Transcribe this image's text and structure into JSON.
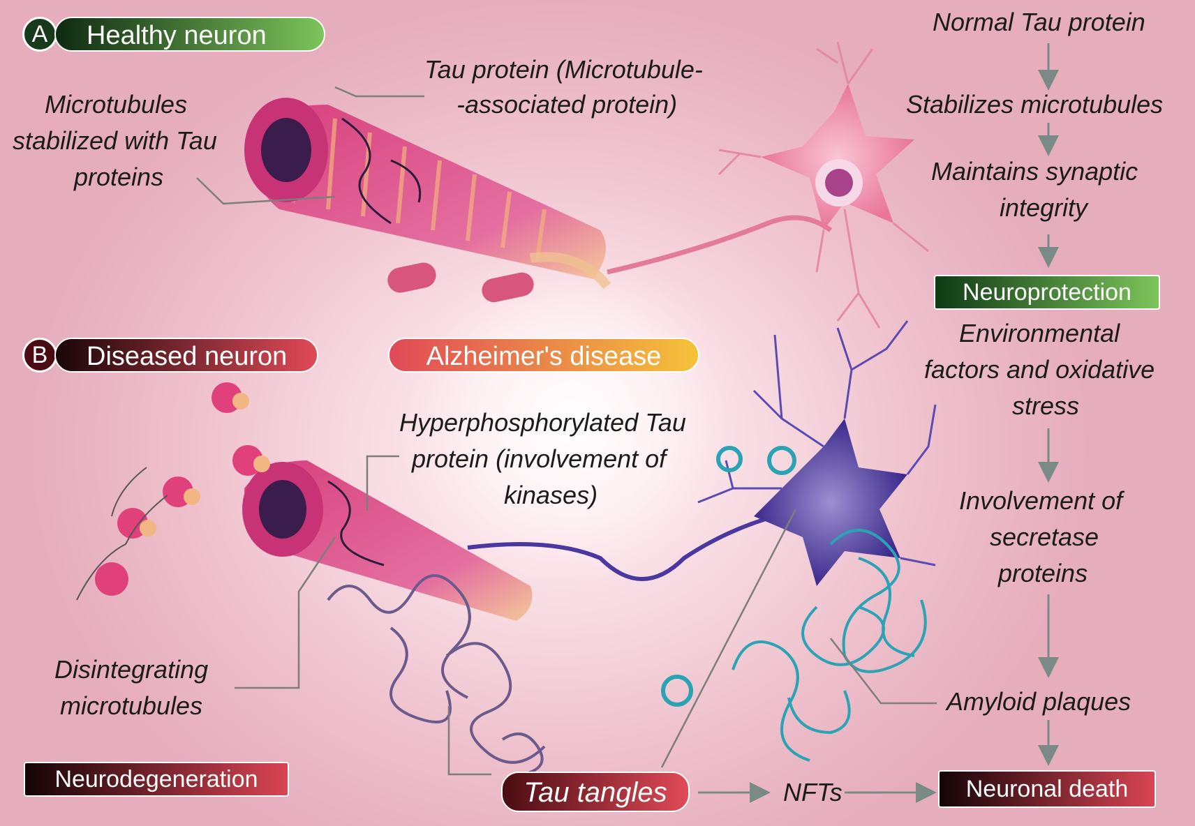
{
  "panel_a": {
    "letter": "A",
    "title": "Healthy neuron"
  },
  "panel_b": {
    "letter": "B",
    "title": "Diseased neuron"
  },
  "center_title": "Alzheimer's disease",
  "labels": {
    "tau_protein_line1": "Tau protein (Microtubule-",
    "tau_protein_line2": "-associated protein)",
    "microtubules_line1": "Microtubules",
    "microtubules_line2": "stabilized with Tau",
    "microtubules_line3": "proteins",
    "hyper_line1": "Hyperphosphorylated Tau",
    "hyper_line2": "protein (involvement of",
    "hyper_line3": "kinases)",
    "disintegrating_line1": "Disintegrating",
    "disintegrating_line2": "microtubules",
    "neurodegeneration": "Neurodegeneration",
    "tau_tangles": "Tau tangles",
    "nfts": "NFTs",
    "neuronal_death": "Neuronal death"
  },
  "right_flow": {
    "normal_tau": "Normal Tau protein",
    "stabilizes": "Stabilizes microtubules",
    "maintains_line1": "Maintains synaptic",
    "maintains_line2": "integrity",
    "neuroprotection": "Neuroprotection",
    "env_line1": "Environmental",
    "env_line2": "factors and oxidative",
    "env_line3": "stress",
    "secretase_line1": "Involvement of",
    "secretase_line2": "secretase",
    "secretase_line3": "proteins",
    "amyloid": "Amyloid plaques"
  },
  "colors": {
    "healthy_green_dark": "#0f2a12",
    "healthy_green_light": "#7cc45a",
    "disease_red": "#e04a57",
    "disease_dark": "#1a0608",
    "alz_orange": "#f5c23a",
    "tau_pink": "#e0417a",
    "neuron_purple": "#4b3aa0",
    "amyloid_teal": "#2aa3b4"
  }
}
